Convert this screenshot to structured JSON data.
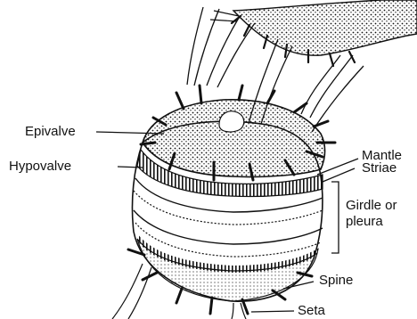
{
  "labels": {
    "epivalve": "Epivalve",
    "hypovalve": "Hypovalve",
    "mantle": "Mantle",
    "striae": "Striae",
    "girdle_line1": "Girdle or",
    "girdle_line2": "pleura",
    "spine": "Spine",
    "seta": "Seta"
  },
  "colors": {
    "ink": "#111111",
    "background": "#ffffff"
  }
}
